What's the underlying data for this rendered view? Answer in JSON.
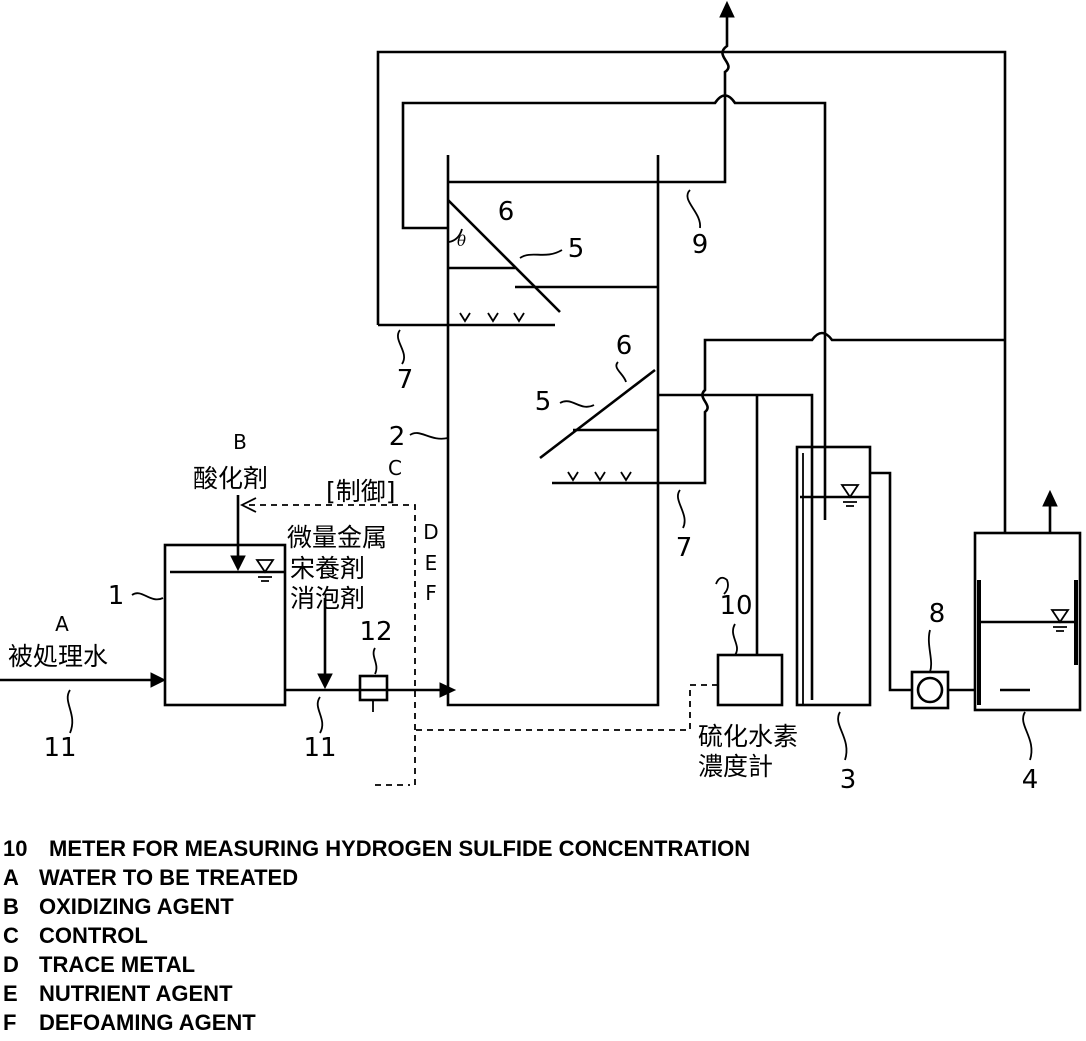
{
  "refs": {
    "r6a": "6",
    "r5a": "5",
    "r9": "9",
    "r7a": "7",
    "r6b": "6",
    "r5b": "5",
    "r2": "2",
    "r7b": "7",
    "r1": "1",
    "r12": "12",
    "r10": "10",
    "r8": "8",
    "r3": "3",
    "r4": "4",
    "r11a": "11",
    "r11b": "11"
  },
  "letters": {
    "A": "A",
    "B": "B",
    "C": "C",
    "D": "D",
    "E": "E",
    "F": "F"
  },
  "theta": "θ",
  "text": {
    "oxidizing_agent": "酸化剤",
    "control": "[制御]",
    "trace_metal": "微量金属",
    "nutrient_agent": "宋養剤",
    "defoaming_agent": "消泡剤",
    "water_to_be_treated": "被処理水",
    "meter_line1": "硫化水素",
    "meter_line2": "濃度計"
  },
  "legend": [
    {
      "key": "10",
      "text": "METER FOR MEASURING HYDROGEN SULFIDE CONCENTRATION"
    },
    {
      "key": "A",
      "text": "WATER TO BE TREATED"
    },
    {
      "key": "B",
      "text": "OXIDIZING AGENT"
    },
    {
      "key": "C",
      "text": "CONTROL"
    },
    {
      "key": "D",
      "text": "TRACE METAL"
    },
    {
      "key": "E",
      "text": "NUTRIENT AGENT"
    },
    {
      "key": "F",
      "text": "DEFOAMING AGENT"
    }
  ],
  "colors": {
    "ink": "#000000",
    "background": "#ffffff"
  }
}
